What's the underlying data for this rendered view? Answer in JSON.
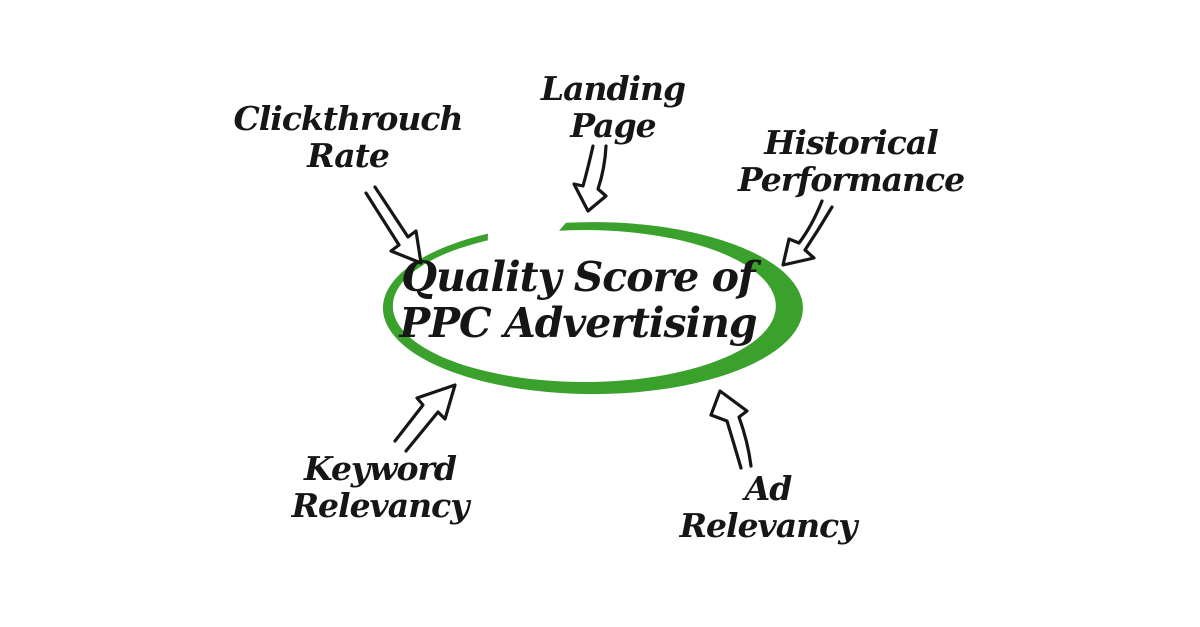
{
  "diagram": {
    "title": "Quality Score of PPC Advertising",
    "center": {
      "line1": "Quality Score of",
      "line2": "PPC Advertising"
    },
    "factors": [
      {
        "id": "clickthrough-rate",
        "line1": "Clickthrouch",
        "line2": "Rate"
      },
      {
        "id": "landing-page",
        "line1": "Landing",
        "line2": "Page"
      },
      {
        "id": "historical-performance",
        "line1": "Historical",
        "line2": "Performance"
      },
      {
        "id": "keyword-relevancy",
        "line1": "Keyword",
        "line2": "Relevancy"
      },
      {
        "id": "ad-relevancy",
        "line1": "Ad",
        "line2": "Relevancy"
      }
    ],
    "colors": {
      "ellipse": "#3ba12d",
      "ink": "#161616",
      "background": "#ffffff"
    }
  }
}
